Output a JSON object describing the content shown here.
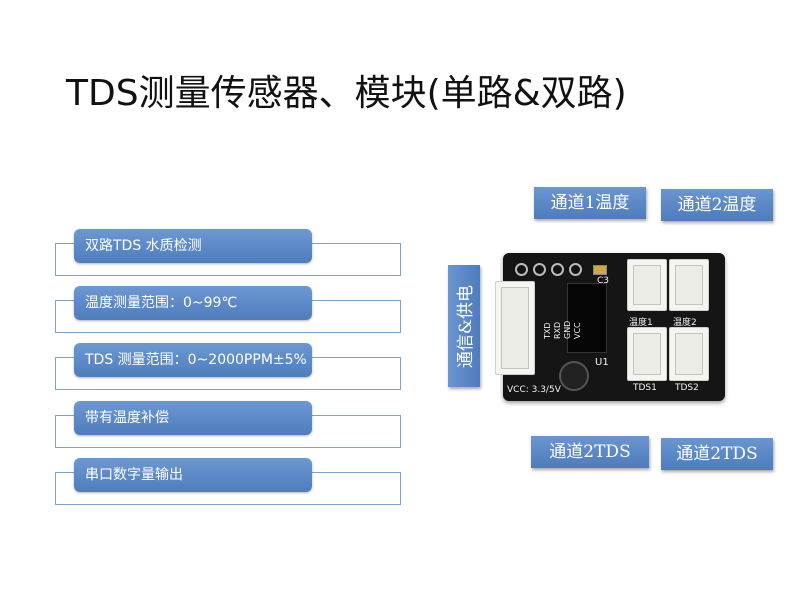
{
  "title": "TDS测量传感器、模块(单路&双路)",
  "features": [
    "双路TDS 水质检测",
    "温度测量范围：0~99℃",
    "TDS 测量范围：0~2000PPM±5%",
    "带有温度补偿",
    "串口数字量输出"
  ],
  "callouts": {
    "ch1_temp": "通道1温度",
    "ch2_temp": "通道2温度",
    "comm_power": "通信&供电",
    "tds_left": "通道2TDS",
    "tds_right": "通道2TDS"
  },
  "board": {
    "label_c3": "C3",
    "label_u1": "U1",
    "label_vcc": "VCC: 3.3/5V",
    "label_temp1": "温度1",
    "label_temp2": "温度2",
    "label_tds1": "TDS1",
    "label_tds2": "TDS2",
    "pins": [
      "TXD",
      "RXD",
      "GND",
      "VCC"
    ]
  },
  "colors": {
    "accent": "#5b87c5",
    "outline": "#7da2cc",
    "pcb": "#151515"
  }
}
